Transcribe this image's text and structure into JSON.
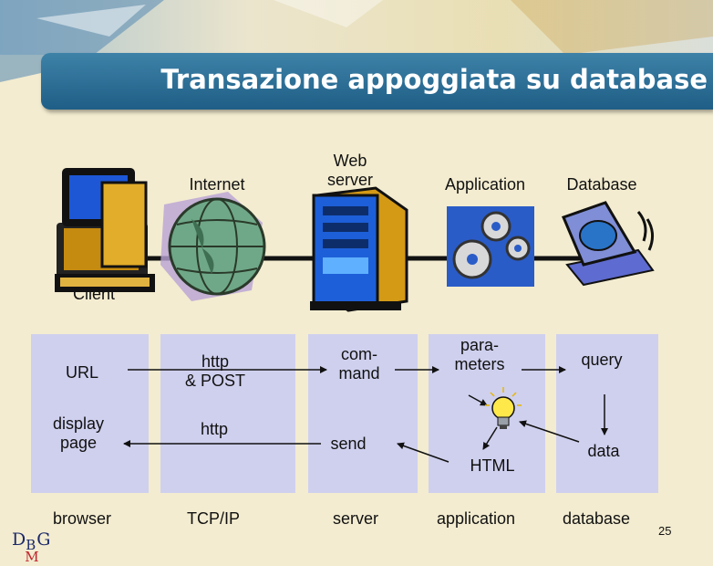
{
  "title": "Transazione appoggiata su database",
  "tiers": {
    "client": "Client",
    "internet": "Internet",
    "webserver": "Web\nserver",
    "application": "Application",
    "database": "Database"
  },
  "flow": {
    "url": "URL",
    "http_post": "http\n& POST",
    "command": "com-\nmand",
    "parameters": "para-\nmeters",
    "query": "query",
    "display_page": "display\npage",
    "http": "http",
    "send": "send",
    "html": "HTML",
    "data": "data"
  },
  "layers": {
    "browser": "browser",
    "tcpip": "TCP/IP",
    "server": "server",
    "application": "application",
    "database": "database"
  },
  "logo": {
    "d": "D",
    "b": "B",
    "m": "M",
    "g": "G"
  },
  "page_number": "25",
  "colors": {
    "title_bar": "#2a6f98",
    "background": "#f3ecd0",
    "box": "#cfd0ee"
  },
  "icons": [
    "computer-icon",
    "globe-icon",
    "server-tower-icon",
    "gears-icon",
    "database-icon",
    "lightbulb-icon"
  ]
}
